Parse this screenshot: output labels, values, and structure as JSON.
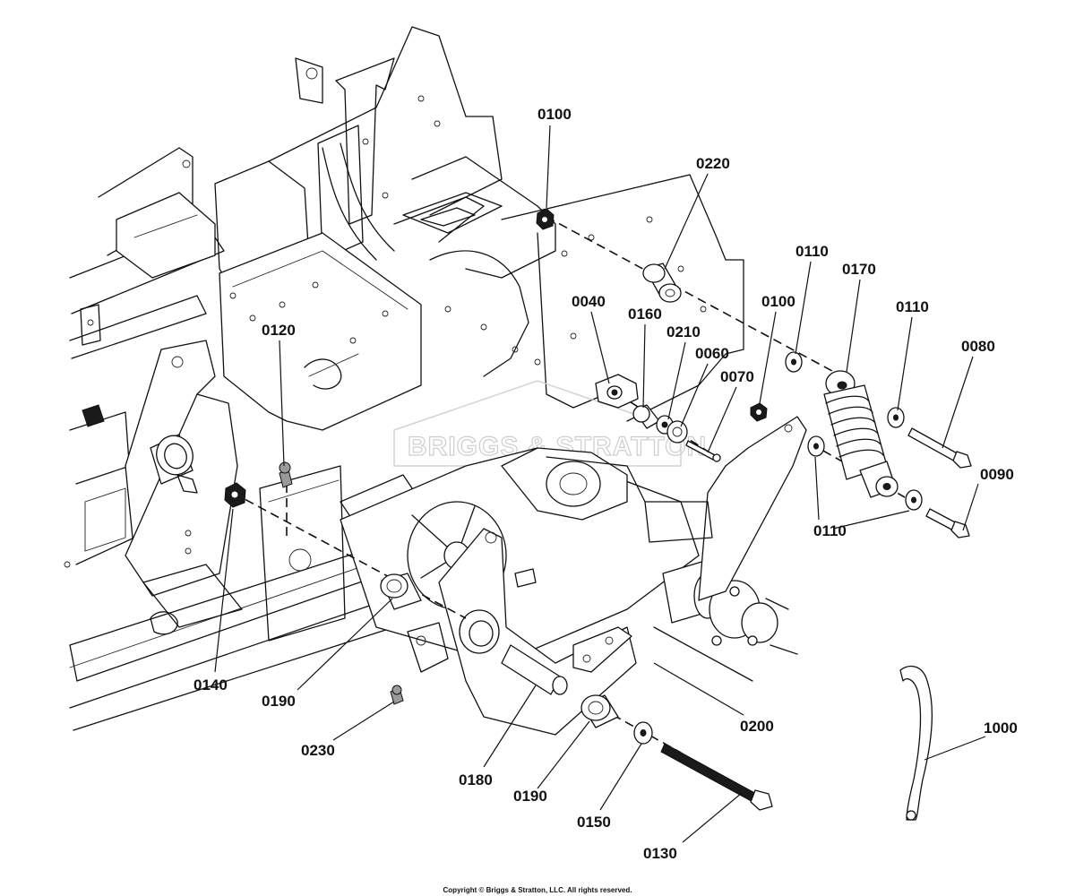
{
  "watermark": "BRIGGS & STRATTON",
  "copyright": "Copyright © Briggs & Stratton, LLC. All rights reserved.",
  "callouts": [
    {
      "id": "c0100a",
      "text": "0100"
    },
    {
      "id": "c0220",
      "text": "0220"
    },
    {
      "id": "c0110a",
      "text": "0110"
    },
    {
      "id": "c0170",
      "text": "0170"
    },
    {
      "id": "c0110b",
      "text": "0110"
    },
    {
      "id": "c0080",
      "text": "0080"
    },
    {
      "id": "c0100b",
      "text": "0100"
    },
    {
      "id": "c0040",
      "text": "0040"
    },
    {
      "id": "c0160",
      "text": "0160"
    },
    {
      "id": "c0210",
      "text": "0210"
    },
    {
      "id": "c0060",
      "text": "0060"
    },
    {
      "id": "c0070",
      "text": "0070"
    },
    {
      "id": "c0120",
      "text": "0120"
    },
    {
      "id": "c0090",
      "text": "0090"
    },
    {
      "id": "c0110c",
      "text": "0110"
    },
    {
      "id": "c0140",
      "text": "0140"
    },
    {
      "id": "c0190a",
      "text": "0190"
    },
    {
      "id": "c0230",
      "text": "0230"
    },
    {
      "id": "c0200",
      "text": "0200"
    },
    {
      "id": "c1000",
      "text": "1000"
    },
    {
      "id": "c0180",
      "text": "0180"
    },
    {
      "id": "c0190b",
      "text": "0190"
    },
    {
      "id": "c0150",
      "text": "0150"
    },
    {
      "id": "c0130",
      "text": "0130"
    }
  ]
}
